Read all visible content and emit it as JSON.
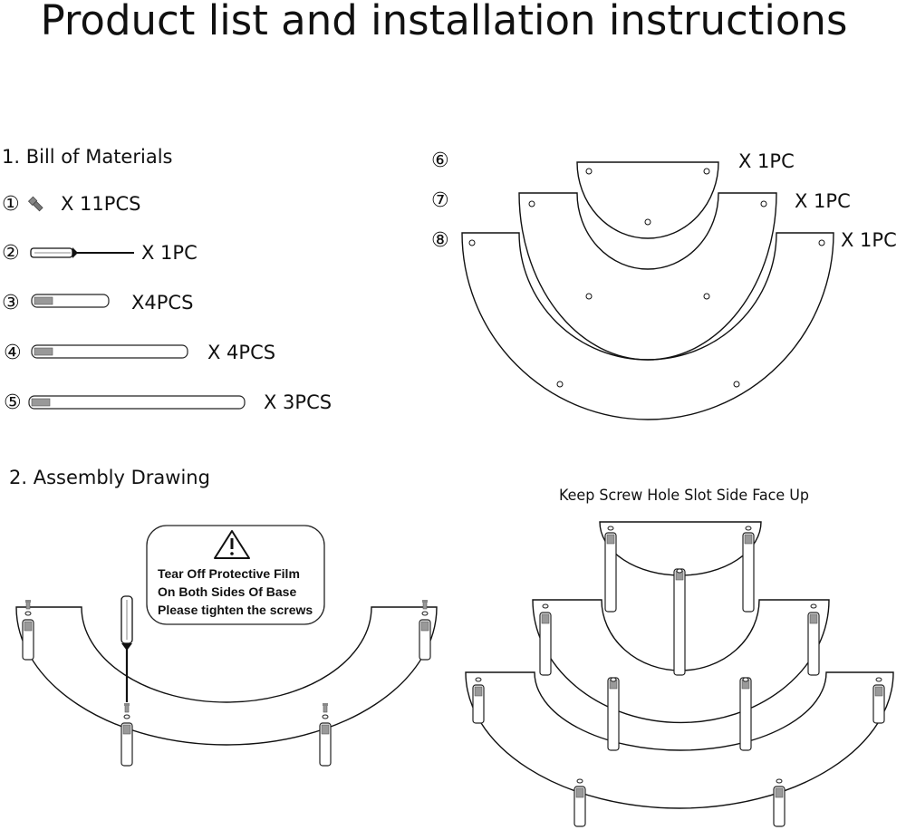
{
  "title": "Product list and installation instructions",
  "bom": {
    "heading": "1. Bill of Materials",
    "items": [
      {
        "num": "①",
        "icon": "screw-icon",
        "qty": "X 11PCS"
      },
      {
        "num": "②",
        "icon": "screwdriver-icon",
        "qty": "X 1PC"
      },
      {
        "num": "③",
        "icon": "short-rod-icon",
        "qty": "X4PCS"
      },
      {
        "num": "④",
        "icon": "medium-rod-icon",
        "qty": "X 4PCS"
      },
      {
        "num": "⑤",
        "icon": "long-rod-icon",
        "qty": "X 3PCS"
      },
      {
        "num": "⑥",
        "icon": "small-shelf-icon",
        "qty": "X 1PC"
      },
      {
        "num": "⑦",
        "icon": "medium-shelf-icon",
        "qty": "X 1PC"
      },
      {
        "num": "⑧",
        "icon": "large-shelf-icon",
        "qty": "X 1PC"
      }
    ]
  },
  "assembly": {
    "heading": "2. Assembly Drawing",
    "warning_lines": [
      "Tear Off Protective Film",
      "On Both Sides Of Base",
      "Please tighten the screws"
    ],
    "note": "Keep Screw Hole Slot Side Face Up"
  }
}
